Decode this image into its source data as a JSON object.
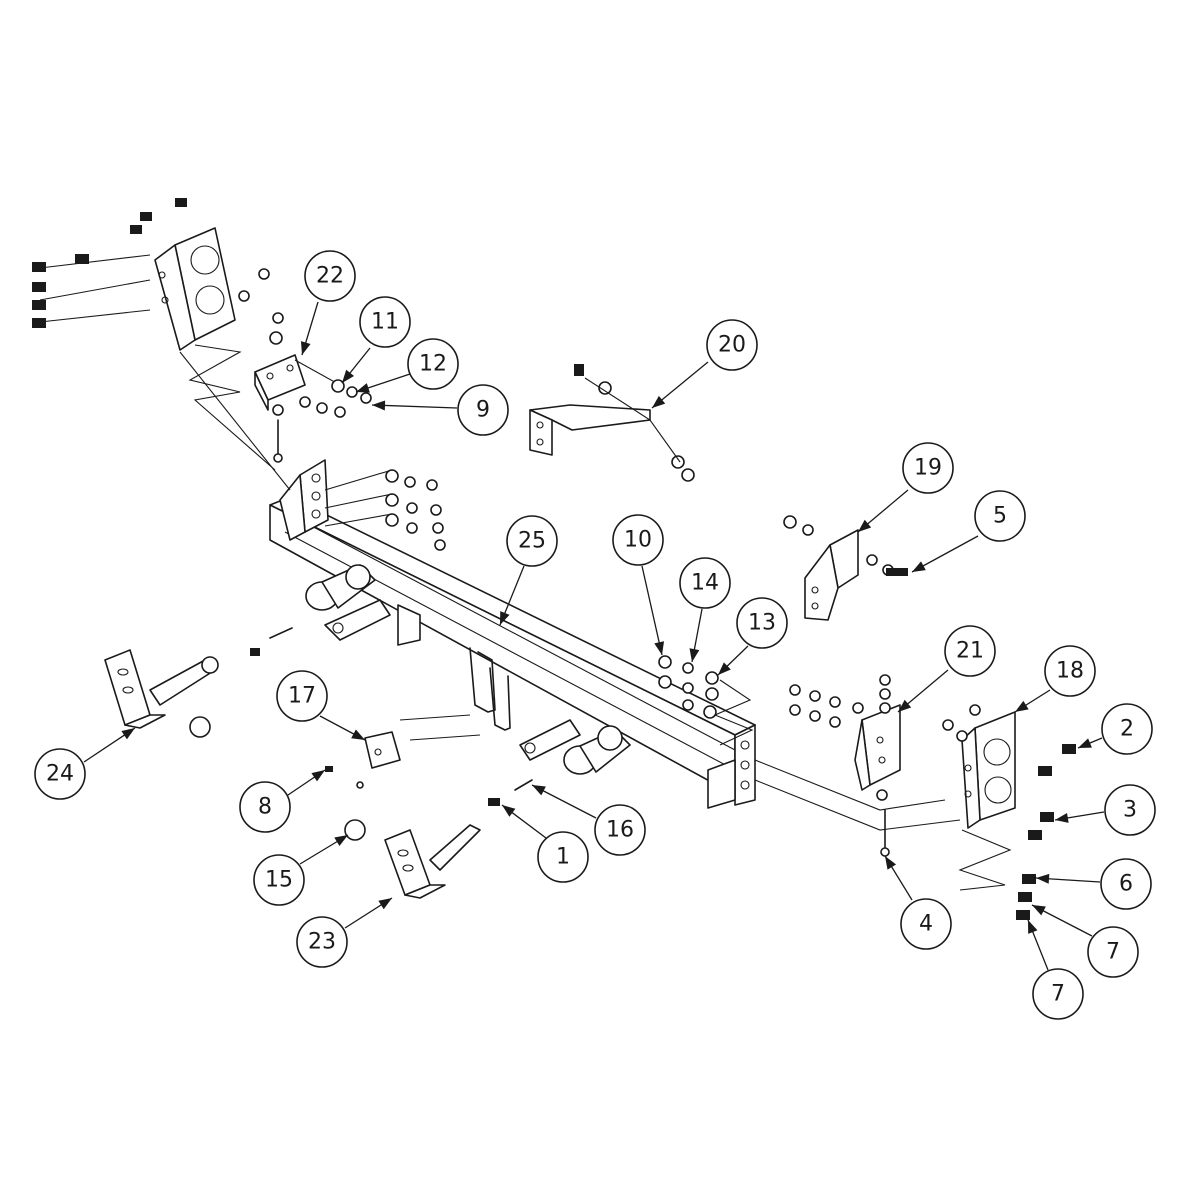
{
  "colors": {
    "ink": "#1a1a1a",
    "paper": "#ffffff"
  },
  "callouts": [
    {
      "id": "c22",
      "label": "22",
      "part": "bracket-22"
    },
    {
      "id": "c11",
      "label": "11",
      "part": "washer-11"
    },
    {
      "id": "c12",
      "label": "12",
      "part": "lockwasher-12"
    },
    {
      "id": "c9",
      "label": "9",
      "part": "nut-9"
    },
    {
      "id": "c20",
      "label": "20",
      "part": "bracket-20"
    },
    {
      "id": "c19",
      "label": "19",
      "part": "bracket-19"
    },
    {
      "id": "c5",
      "label": "5",
      "part": "bolt-5"
    },
    {
      "id": "c25",
      "label": "25",
      "part": "crossbar-25"
    },
    {
      "id": "c10",
      "label": "10",
      "part": "nut-10"
    },
    {
      "id": "c14",
      "label": "14",
      "part": "lockwasher-14"
    },
    {
      "id": "c13",
      "label": "13",
      "part": "washer-13"
    },
    {
      "id": "c21",
      "label": "21",
      "part": "bracket-21"
    },
    {
      "id": "c18",
      "label": "18",
      "part": "plate-18"
    },
    {
      "id": "c2",
      "label": "2",
      "part": "bolt-2"
    },
    {
      "id": "c3",
      "label": "3",
      "part": "bolt-3"
    },
    {
      "id": "c6",
      "label": "6",
      "part": "bolt-6"
    },
    {
      "id": "c7a",
      "label": "7",
      "part": "bolt-7"
    },
    {
      "id": "c7b",
      "label": "7",
      "part": "bolt-7"
    },
    {
      "id": "c4",
      "label": "4",
      "part": "bolt-4"
    },
    {
      "id": "c17",
      "label": "17",
      "part": "cable-bracket-17"
    },
    {
      "id": "c24",
      "label": "24",
      "part": "receiver-24"
    },
    {
      "id": "c8",
      "label": "8",
      "part": "screw-8"
    },
    {
      "id": "c15",
      "label": "15",
      "part": "clip-15"
    },
    {
      "id": "c16",
      "label": "16",
      "part": "pin-16"
    },
    {
      "id": "c1",
      "label": "1",
      "part": "pin-1"
    },
    {
      "id": "c23",
      "label": "23",
      "part": "receiver-23"
    }
  ]
}
